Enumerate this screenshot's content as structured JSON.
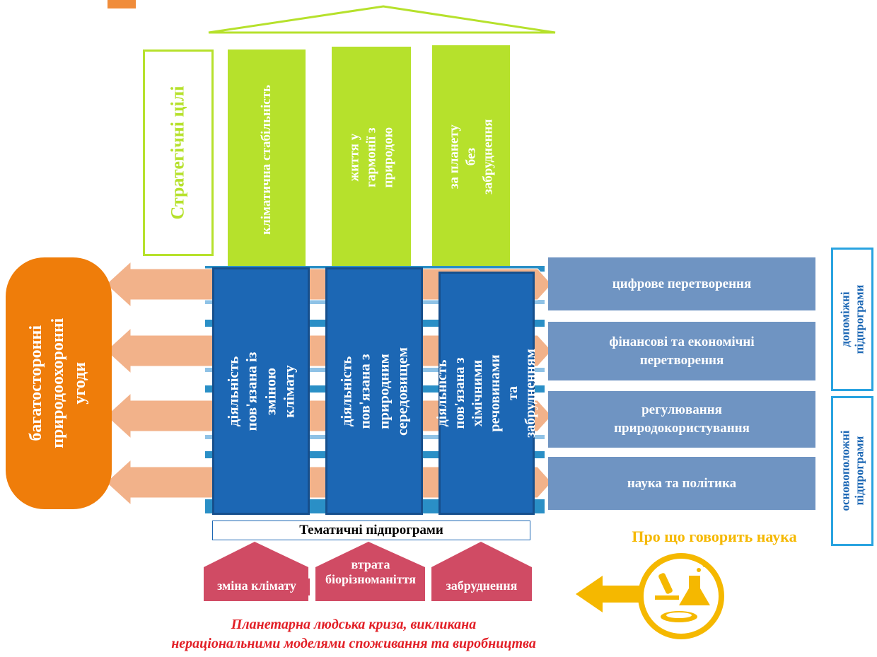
{
  "strategic_goals": {
    "heading": "Стратегічні цілі",
    "items": [
      "кліматична стабільність",
      "життя у гармонії з природою",
      "за планету без забруднення"
    ]
  },
  "agreements": {
    "label": "багатосторонні природоохоронні угоди"
  },
  "activities": [
    "діяльність пов'язана із зміною клімату",
    "діяльність пов'язана з природним середовищем",
    "діяльність пов'язана з хімічними речовинами та забрудненням"
  ],
  "thematic_label": "Тематичні підпрограми",
  "support_programs": [
    "цифрове перетворення",
    "фінансові та економічні перетворення",
    "регулювання природокористування",
    "наука та політика"
  ],
  "subprogram_types": {
    "auxiliary": "допоміжні підпрограми",
    "foundational": "основоположні підпрограми"
  },
  "crises": [
    "зміна клімату",
    "втрата біорізноманіття",
    "забруднення"
  ],
  "science": {
    "label": "Про що говорить наука"
  },
  "footer": {
    "line1": "Планетарна людська криза, викликана",
    "line2": "нераціональними моделями споживання та виробництва"
  },
  "colors": {
    "goal": "#b6e12c",
    "activity": "#1c67b4",
    "support": "#6f94c2",
    "agreements": "#ef7d0a",
    "crisis": "#d04b64",
    "science": "#f5b800",
    "footer": "#e21f26"
  }
}
